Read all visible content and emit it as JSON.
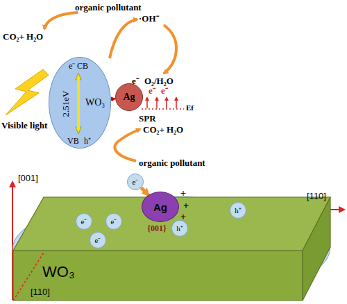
{
  "diagram": {
    "nodes": [
      {
        "text": [
          "e⁻",
          "CB",
          "2.51eV",
          "WO₃",
          "VB",
          "h⁺"
        ]
      },
      {
        "text": [
          "Ag"
        ]
      },
      {
        "text": [
          "WO₃"
        ]
      },
      {
        "text": [
          "Ag",
          "{001}"
        ],
        "in": 2
      },
      {
        "text": [
          "e⁻"
        ]
      },
      {
        "text": [
          "e⁻"
        ],
        "in": 2
      },
      {
        "text": [
          "e⁻"
        ],
        "in": 2
      },
      {
        "text": [
          "e⁻"
        ],
        "in": 2
      },
      {
        "text": [
          "h⁺"
        ],
        "in": 2
      },
      {
        "text": [
          "h⁺"
        ],
        "in": 2
      }
    ],
    "edges": [
      {
        "from": 0,
        "to": 1,
        "arrow": "to"
      },
      {
        "from": 4,
        "to": 3,
        "arrow": "to"
      },
      {
        "from": 3,
        "to": 6,
        "arrow": "to"
      },
      {
        "from": 8,
        "to": 9,
        "arrow": "to"
      }
    ],
    "labels": [
      "organic pollutant",
      "·OH⁻",
      "CO₂+ H₂O",
      "O₂/H₂O",
      "Visible light",
      "e⁻",
      "e⁻",
      "e⁻",
      "SPR",
      "Ef",
      "CO₂+ H₂O",
      "organic pollutant",
      "[001]",
      "[110]",
      "[110]",
      "+",
      "+",
      "+"
    ]
  }
}
